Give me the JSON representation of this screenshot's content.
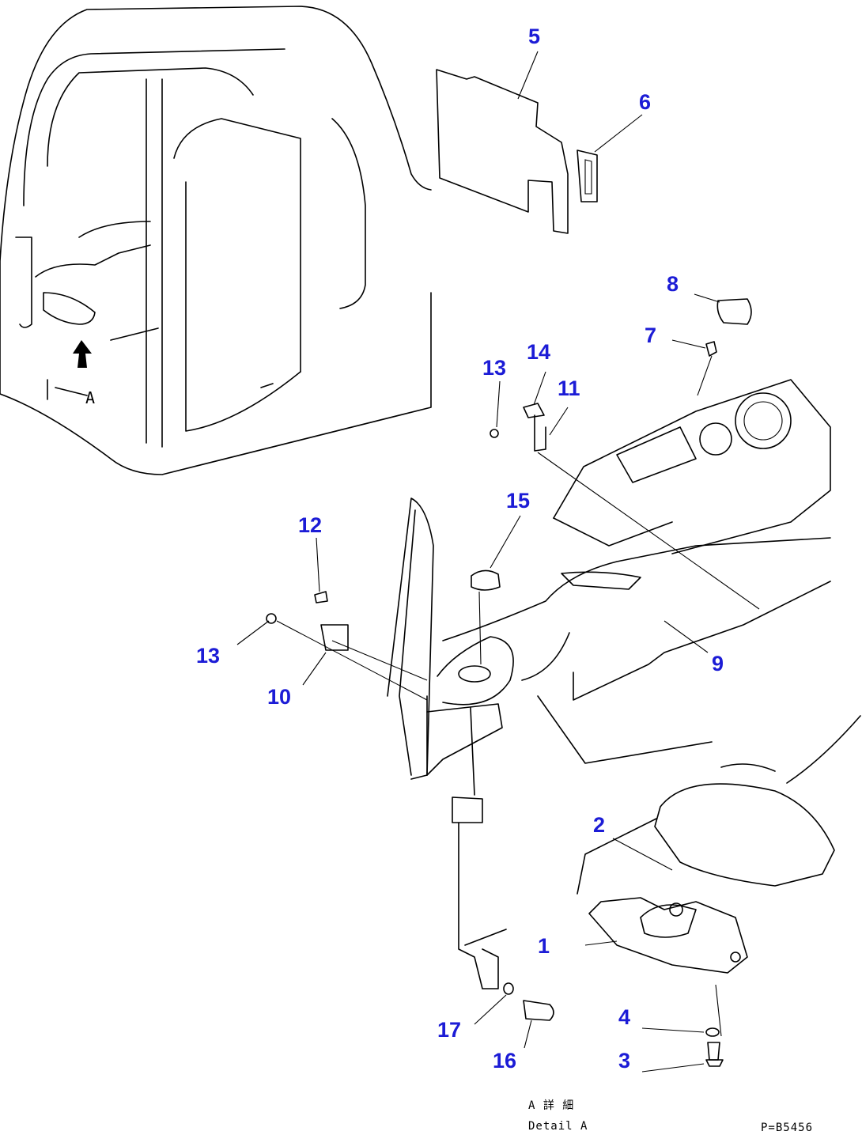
{
  "callouts": [
    "1",
    "2",
    "3",
    "4",
    "5",
    "6",
    "7",
    "8",
    "9",
    "10",
    "11",
    "12",
    "13",
    "13",
    "14",
    "15",
    "16",
    "17"
  ],
  "view_label": "A",
  "caption_line1": "A 詳 細",
  "caption_line2": "Detail A",
  "drawing_code": "P=B5456",
  "callout_color": "#1c1cd6"
}
